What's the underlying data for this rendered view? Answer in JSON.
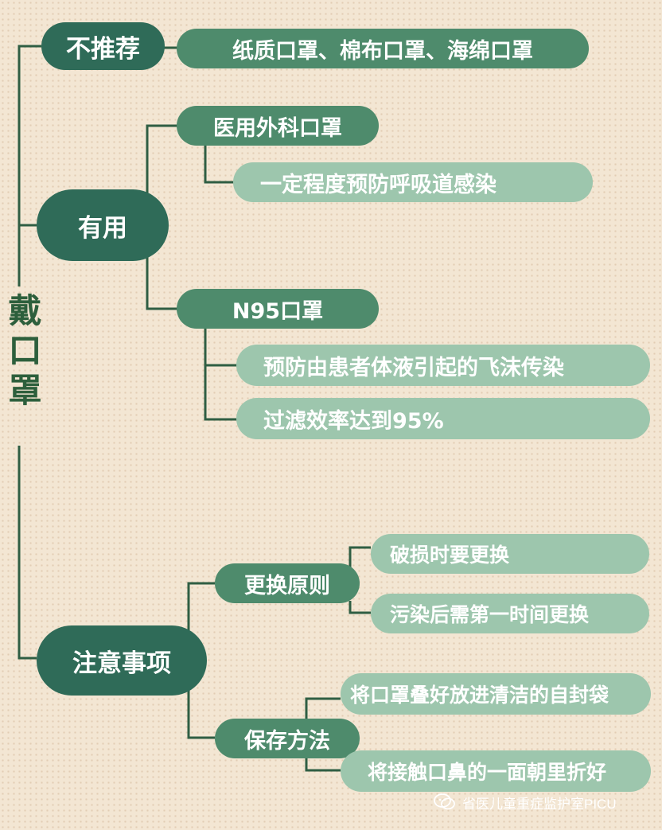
{
  "root": {
    "label": "戴口罩"
  },
  "branches": {
    "not_recommended": {
      "label": "不推荐",
      "detail": "纸质口罩、棉布口罩、海绵口罩"
    },
    "useful": {
      "label": "有用",
      "surgical": {
        "label": "医用外科口罩",
        "details": [
          "一定程度预防呼吸道感染"
        ]
      },
      "n95": {
        "label": "N95口罩",
        "details": [
          "预防由患者体液引起的飞沫传染",
          "过滤效率达到95%"
        ]
      }
    },
    "notes": {
      "label": "注意事项",
      "replace": {
        "label": "更换原则",
        "details": [
          "破损时要更换",
          "污染后需第一时间更换"
        ]
      },
      "storage": {
        "label": "保存方法",
        "details": [
          "将口罩叠好放进清洁的自封袋",
          "将接触口鼻的一面朝里折好"
        ]
      }
    }
  },
  "watermark": {
    "text": "省医儿童重症监护室PICU",
    "icon": "wechat-icon"
  },
  "colors": {
    "background": "#f3e6d3",
    "dark_node": "#2f6b58",
    "mid_node": "#4e8b6c",
    "light_node": "#9dc6ad",
    "connector": "#2f5e43",
    "root_text": "#2d5f3c"
  }
}
